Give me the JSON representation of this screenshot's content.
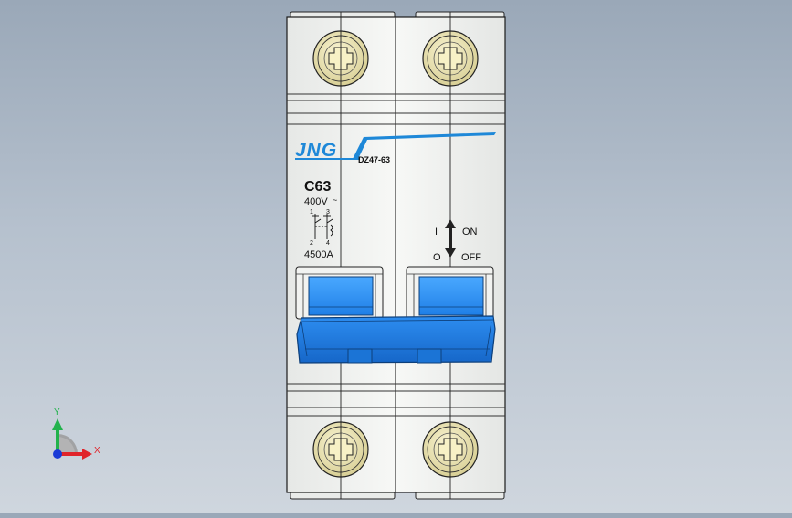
{
  "breaker": {
    "brand": "JNG",
    "model": "DZ47-63",
    "rating": "C63",
    "voltage": "400V",
    "voltage_symbol": "~",
    "terminal_top_left": "1",
    "terminal_top_right": "3",
    "terminal_bottom_left": "2",
    "terminal_bottom_right": "4",
    "breaking_capacity": "4500A",
    "on_symbol": "I",
    "on_label": "ON",
    "off_symbol": "O",
    "off_label": "OFF"
  },
  "axes": {
    "x_label": "X",
    "y_label": "Y"
  },
  "colors": {
    "background_top": "#9aa8b8",
    "housing": "#f4f5f3",
    "screw": "#f1e9b4",
    "toggle_blue": "#2a8cf0",
    "axis_x": "#e0242a",
    "axis_y": "#22b24c",
    "axis_z": "#1a3bd6"
  }
}
